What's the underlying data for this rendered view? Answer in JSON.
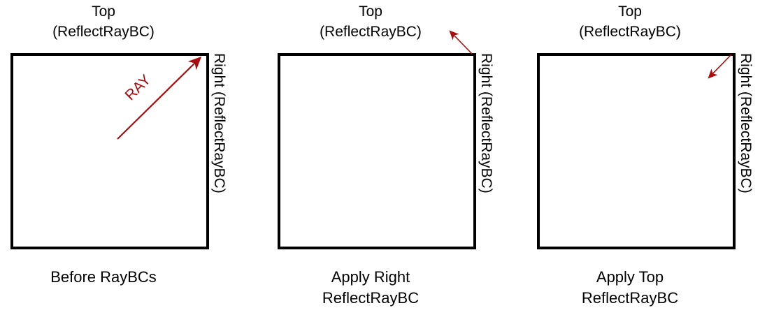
{
  "figure": {
    "caption_color": "#000000",
    "ray_color": "#A80C0C",
    "box_color": "#000000",
    "background": "#ffffff"
  },
  "panels": [
    {
      "id": "before-raybcs",
      "top_label": "Top\n(ReflectRayBC)",
      "right_label": "Right (ReflectRayBC)",
      "caption": "Before RayBCs",
      "ray_label": "RAY",
      "arrow": {
        "from": [
          168,
          199
        ],
        "to": [
          291,
          78
        ],
        "direction": "up-right",
        "inside_box": true
      }
    },
    {
      "id": "apply-right-reflectraybc",
      "top_label": "Top\n(ReflectRayBC)",
      "right_label": "Right (ReflectRayBC)",
      "caption": "Apply Right\nReflectRayBC",
      "ray_label": "",
      "arrow": {
        "from": [
          293,
          77
        ],
        "to": [
          257,
          40
        ],
        "direction": "up-left",
        "inside_box": false
      }
    },
    {
      "id": "apply-top-reflectraybc",
      "top_label": "Top\n(ReflectRayBC)",
      "right_label": "Right (ReflectRayBC)",
      "caption": "Apply Top\nReflectRayBC",
      "ray_label": "",
      "arrow": {
        "from": [
          293,
          78
        ],
        "to": [
          256,
          116
        ],
        "direction": "down-left",
        "inside_box": true
      }
    }
  ]
}
